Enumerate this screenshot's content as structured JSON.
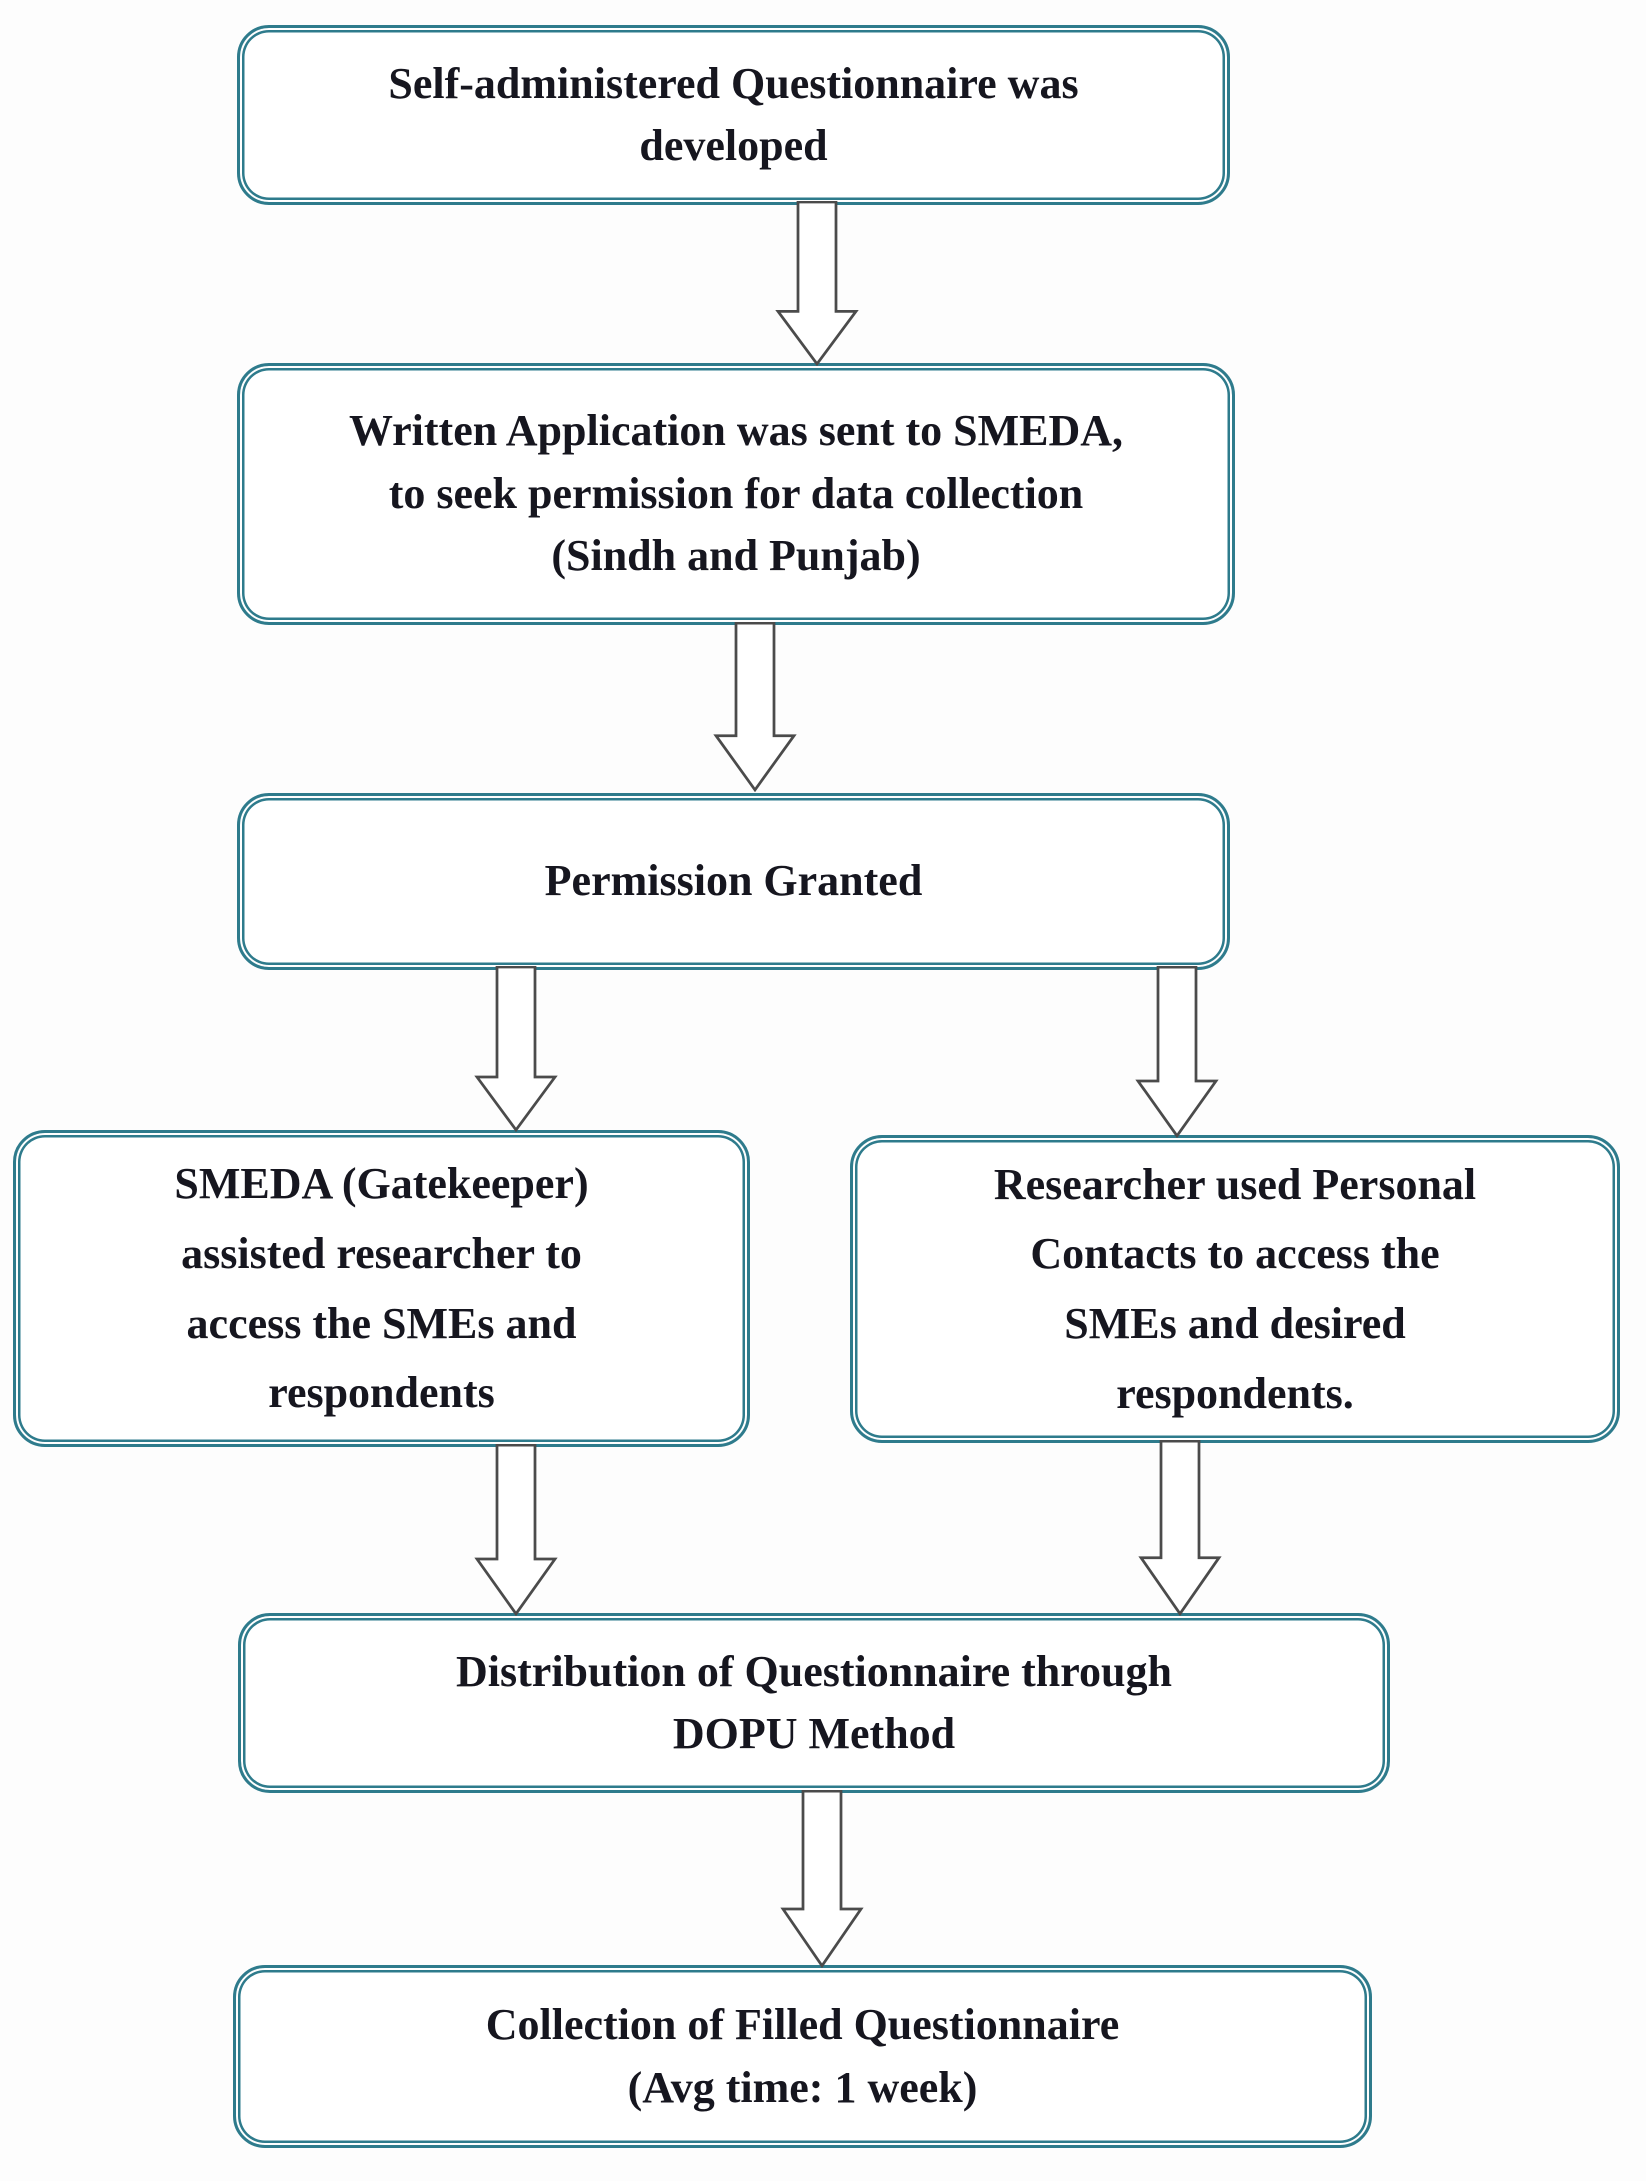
{
  "flowchart": {
    "colors": {
      "box_border": "#2e7b8c",
      "arrow_outline": "#4b4b4b",
      "text": "#16161f",
      "background": "#fdfdfd"
    },
    "nodes": [
      {
        "id": "questionnaire-developed",
        "text": "Self-administered Questionnaire was\ndeveloped"
      },
      {
        "id": "written-application",
        "text": "Written Application was sent to SMEDA,\nto seek permission for data collection\n(Sindh and Punjab)"
      },
      {
        "id": "permission-granted",
        "text": "Permission Granted"
      },
      {
        "id": "smeda-gatekeeper",
        "text": "SMEDA (Gatekeeper)\nassisted researcher to\naccess the SMEs and\nrespondents"
      },
      {
        "id": "personal-contacts",
        "text": "Researcher used Personal\nContacts to access the\nSMEs and desired\nrespondents."
      },
      {
        "id": "distribution-dopu",
        "text": "Distribution of Questionnaire through\nDOPU Method"
      },
      {
        "id": "collection-filled",
        "text": "Collection of Filled Questionnaire\n(Avg time: 1 week)"
      }
    ]
  }
}
